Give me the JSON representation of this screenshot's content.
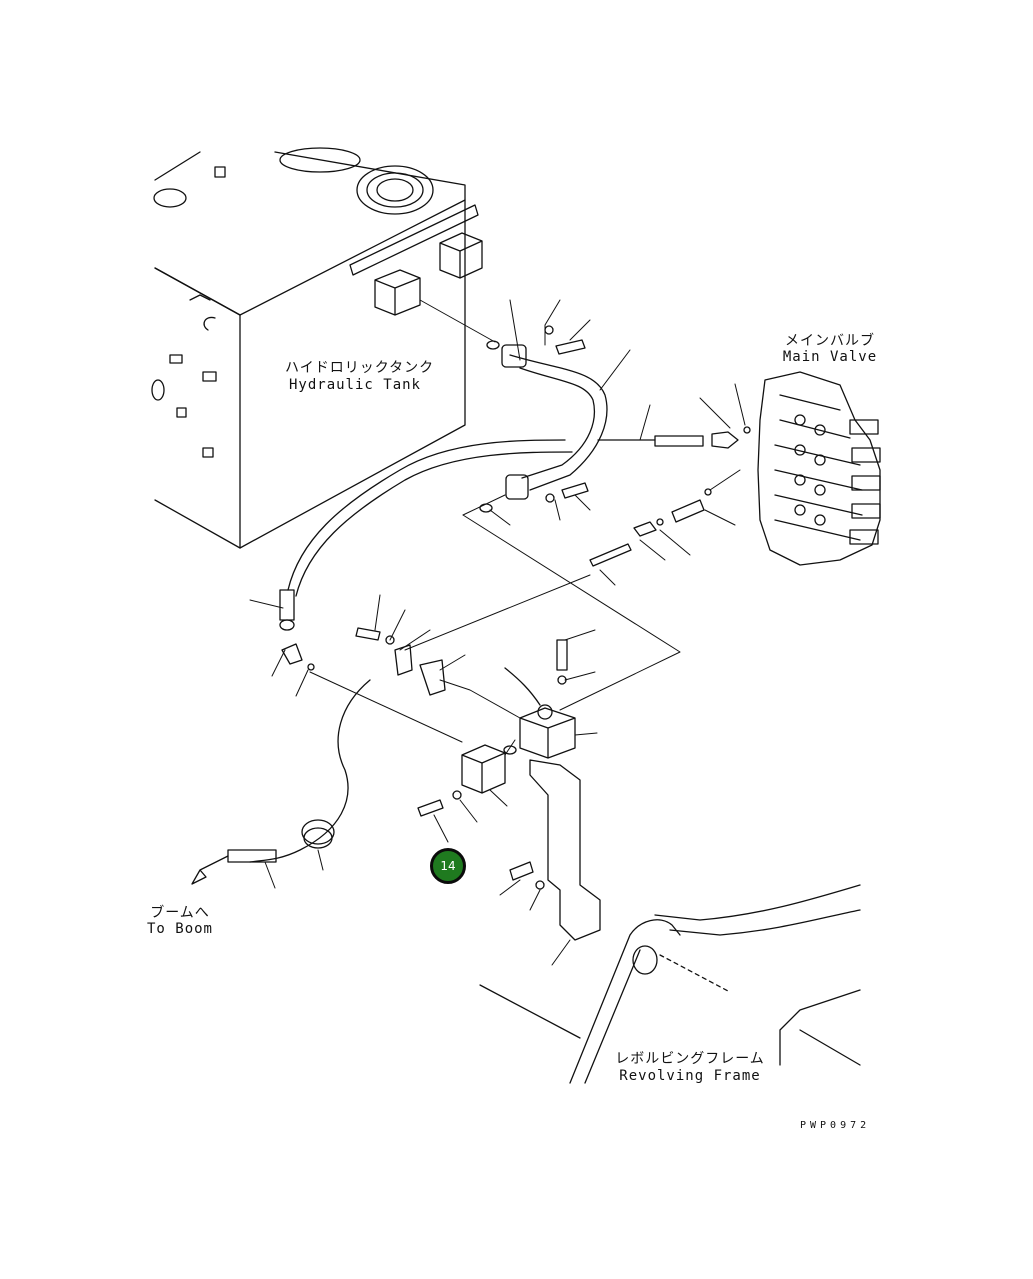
{
  "labels": {
    "hydraulic_tank_jp": "ハイドロリックタンク",
    "hydraulic_tank_en": "Hydraulic Tank",
    "main_valve_jp": "メインバルブ",
    "main_valve_en": "Main Valve",
    "to_boom_jp": "ブームへ",
    "to_boom_en": "To Boom",
    "revolving_frame_jp": "レボルビングフレーム",
    "revolving_frame_en": "Revolving Frame"
  },
  "callout": {
    "number": "14",
    "color": "#1f7a1f"
  },
  "drawing_number": "PWP0972"
}
